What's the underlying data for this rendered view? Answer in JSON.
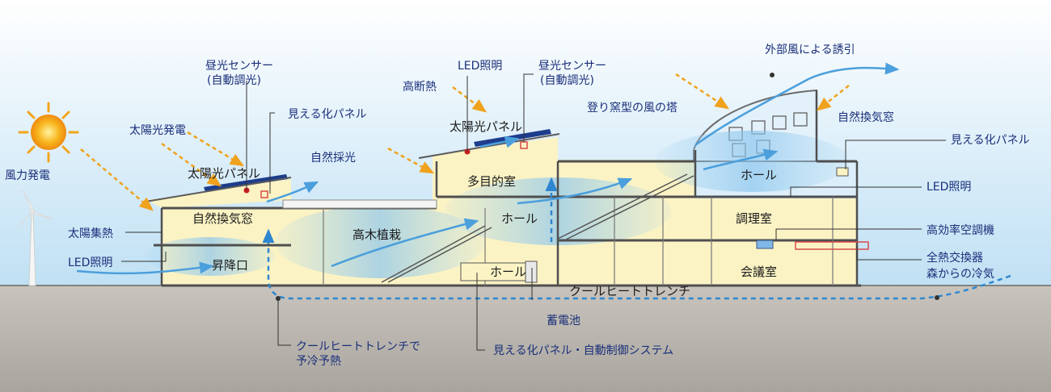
{
  "labels": {
    "daylight_sensor": "昼光センサー",
    "daylight_sensor_sub": "(自動調光)",
    "visible_panel_top": "見える化パネル",
    "solar_power": "太陽光発電",
    "natural_daylight": "自然採光",
    "solar_panel_left": "太陽光パネル",
    "wind_power": "風力発電",
    "solar_heat": "太陽集熱",
    "led_left": "LED照明",
    "natural_vent_left": "自然換気窓",
    "elevator_hall": "昇降口",
    "tall_plants": "高木植栽",
    "hall_center": "ホール",
    "hall_lower": "ホール",
    "multipurpose": "多目的室",
    "high_insulation": "高断熱",
    "led_center": "LED照明",
    "daylight_sensor2": "昼光センサー",
    "daylight_sensor2_sub": "(自動調光)",
    "solar_panel_center": "太陽光パネル",
    "wind_tower": "登り窯型の風の塔",
    "external_wind": "外部風による誘引",
    "natural_vent_right": "自然換気窓",
    "visible_panel_right": "見える化パネル",
    "hall_right": "ホール",
    "led_right": "LED照明",
    "cooking_room": "調理室",
    "hvac": "高効率空調機",
    "heat_exchanger": "全熱交換器",
    "forest_air": "森からの冷気",
    "meeting_room": "会議室",
    "cool_trench": "クールヒートトレンチ",
    "battery": "蓄電池",
    "trench_precool": "クールヒートトレンチで",
    "trench_precool_sub": "予冷予熱",
    "control_system": "見える化パネル・自動制御システム"
  },
  "colors": {
    "sky": "#cfe8f7",
    "ground": "#b6b2ab",
    "floor": "#fbf3c4",
    "air_flow": "#4b9fdc",
    "sun_ray": "#f0a21c",
    "solar_panel": "#1c3c8c",
    "label_text": "#1a2f7a",
    "structure": "#555555"
  },
  "icons": [
    "sun-icon",
    "wind-turbine-icon",
    "solar-panel-icon",
    "wind-tower-icon"
  ]
}
